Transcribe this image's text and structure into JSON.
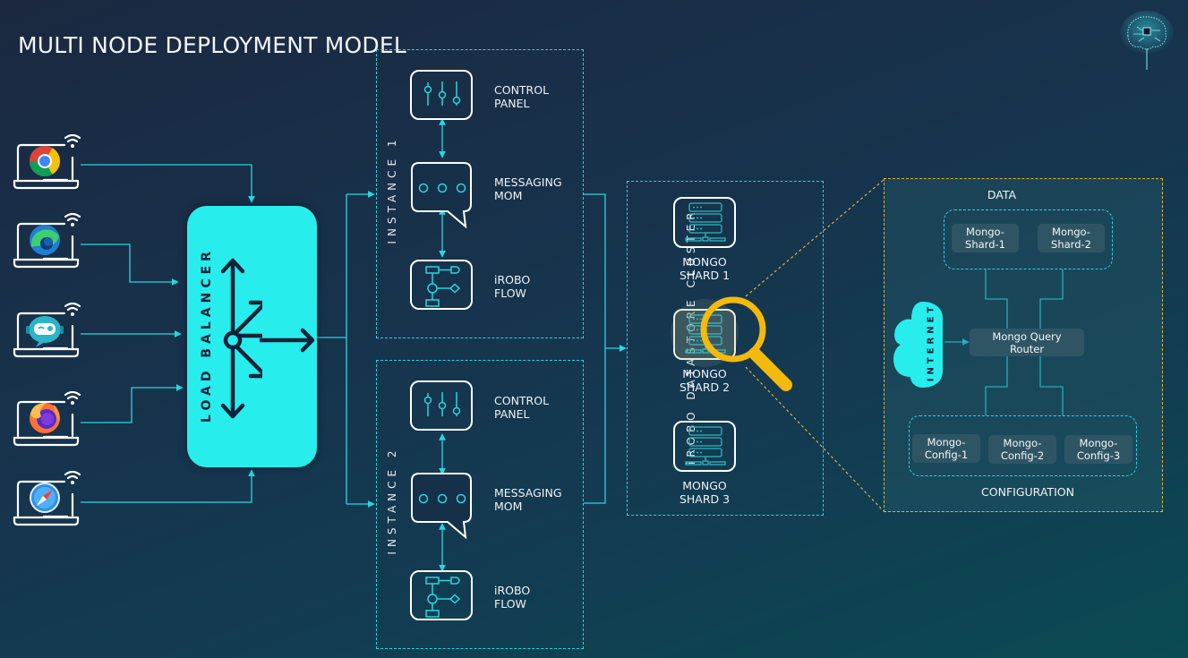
{
  "title": "MULTI NODE DEPLOYMENT MODEL",
  "logo": {
    "icon": "circuit-brain-icon"
  },
  "colors": {
    "accent": "#27eded",
    "wire": "#27d6e0",
    "highlight": "#fbbf0f",
    "background_start": "#1b2840",
    "background_end": "#0a4a52",
    "chip": "#2f5565"
  },
  "clients": [
    {
      "name": "chrome",
      "icon": "chrome-browser-icon"
    },
    {
      "name": "edge",
      "icon": "edge-browser-icon"
    },
    {
      "name": "chatbot",
      "icon": "chatbot-icon"
    },
    {
      "name": "firefox",
      "icon": "firefox-browser-icon"
    },
    {
      "name": "safari",
      "icon": "safari-browser-icon"
    }
  ],
  "load_balancer": {
    "label": "LOAD BALANCER",
    "icon": "distribute-arrows-icon"
  },
  "instances": [
    {
      "label": "INSTANCE 1",
      "nodes": [
        {
          "label": "CONTROL\nPANEL",
          "icon": "sliders-icon"
        },
        {
          "label": "MESSAGING\nMOM",
          "icon": "chat-bubble-icon"
        },
        {
          "label": "iROBO\nFLOW",
          "icon": "flowchart-icon"
        }
      ]
    },
    {
      "label": "INSTANCE 2",
      "nodes": [
        {
          "label": "CONTROL\nPANEL",
          "icon": "sliders-icon"
        },
        {
          "label": "MESSAGING\nMOM",
          "icon": "chat-bubble-icon"
        },
        {
          "label": "iROBO\nFLOW",
          "icon": "flowchart-icon"
        }
      ]
    }
  ],
  "datastore": {
    "label": "iROBO DATASTORE CLUSTER",
    "shards": [
      {
        "label": "MONGO\nSHARD 1",
        "icon": "server-rack-icon"
      },
      {
        "label": "MONGO\nSHARD 2",
        "icon": "server-rack-icon",
        "highlighted": true
      },
      {
        "label": "MONGO\nSHARD 3",
        "icon": "server-rack-icon"
      }
    ]
  },
  "detail": {
    "data_title": "DATA",
    "data_nodes": [
      "Mongo-\nShard-1",
      "Mongo-\nShard-2"
    ],
    "router": "Mongo Query\nRouter",
    "internet": "INTERNET",
    "config_title": "CONFIGURATION",
    "config_nodes": [
      "Mongo-\nConfig-1",
      "Mongo-\nConfig-2",
      "Mongo-\nConfig-3"
    ]
  }
}
